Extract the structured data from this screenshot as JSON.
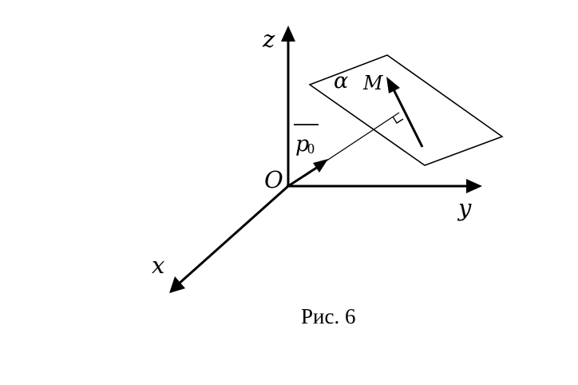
{
  "labels": {
    "z_axis": "z",
    "y_axis": "y",
    "x_axis": "x",
    "origin": "O",
    "plane": "α",
    "point": "M",
    "normal_vector": "p",
    "normal_subscript": "0",
    "caption": "Рис. 6"
  },
  "colors": {
    "ink": "#000000",
    "background": "#ffffff"
  }
}
